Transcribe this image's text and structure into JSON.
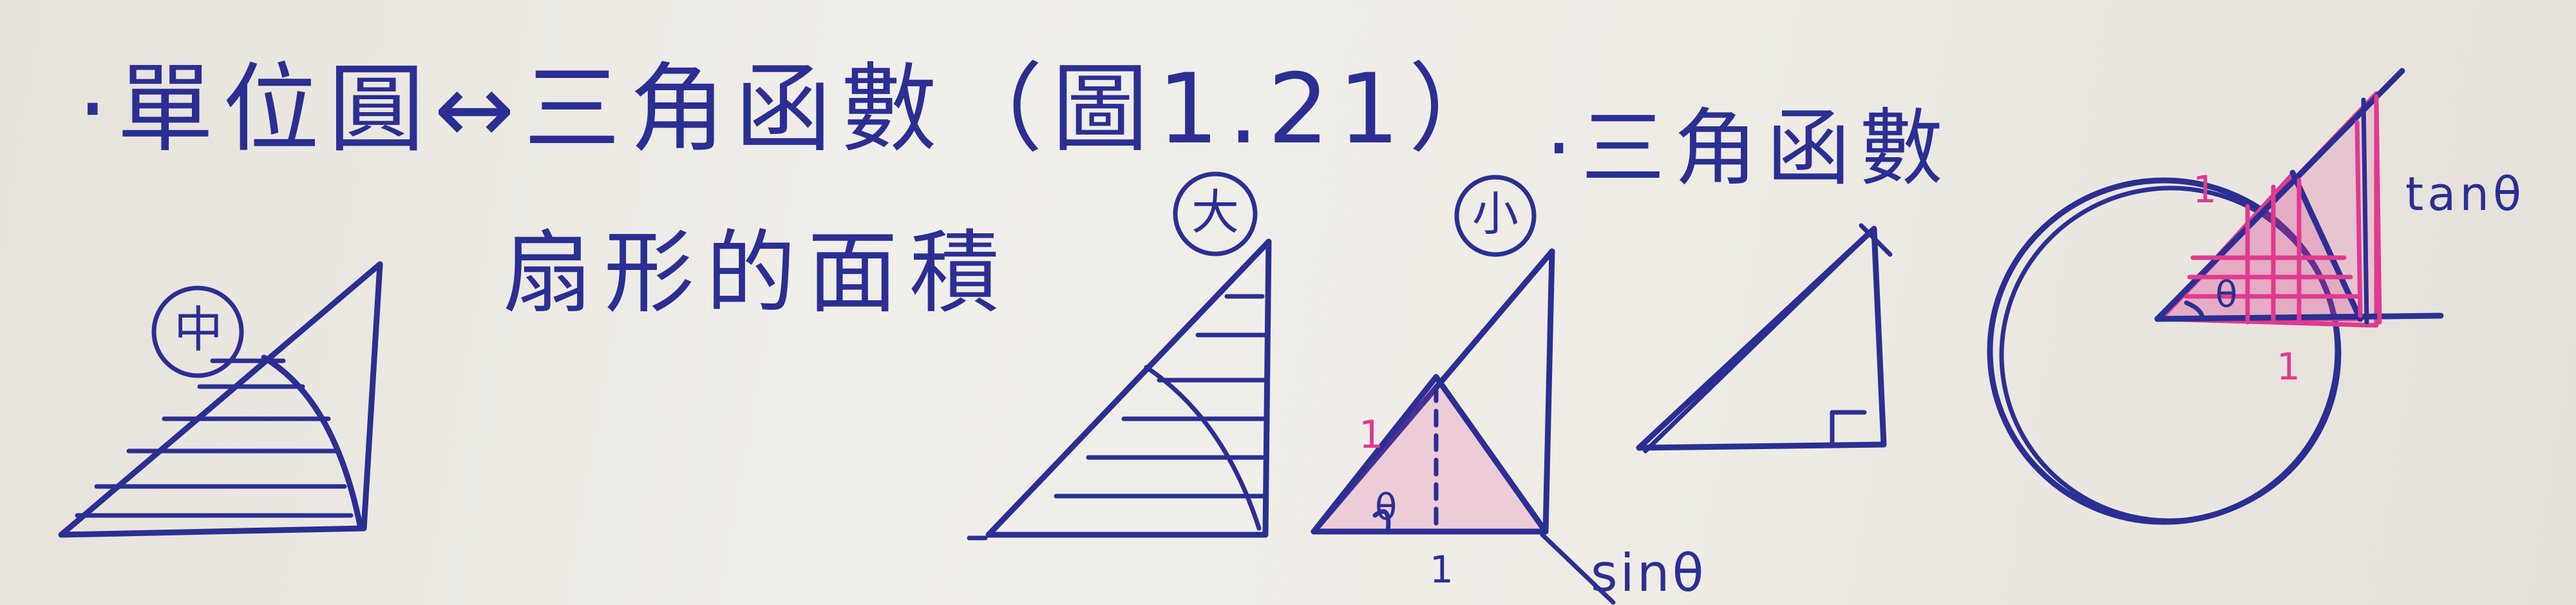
{
  "lines": {
    "line1": "·單位圓↔三角函數（圖1.21）",
    "line2": "扇形的面積",
    "heading_right": "·三角函數"
  },
  "labels": {
    "middle_circle": "中",
    "large_circle": "大",
    "small_circle": "小",
    "theta": "θ",
    "one_a": "1",
    "one_b": "1",
    "sin": "sinθ",
    "tan": "tanθ",
    "one_c": "1",
    "one_d": "1"
  },
  "colors": {
    "ink": "#2B2F93",
    "highlighter": "#E03A8F",
    "paper": "#ECE9E3"
  }
}
